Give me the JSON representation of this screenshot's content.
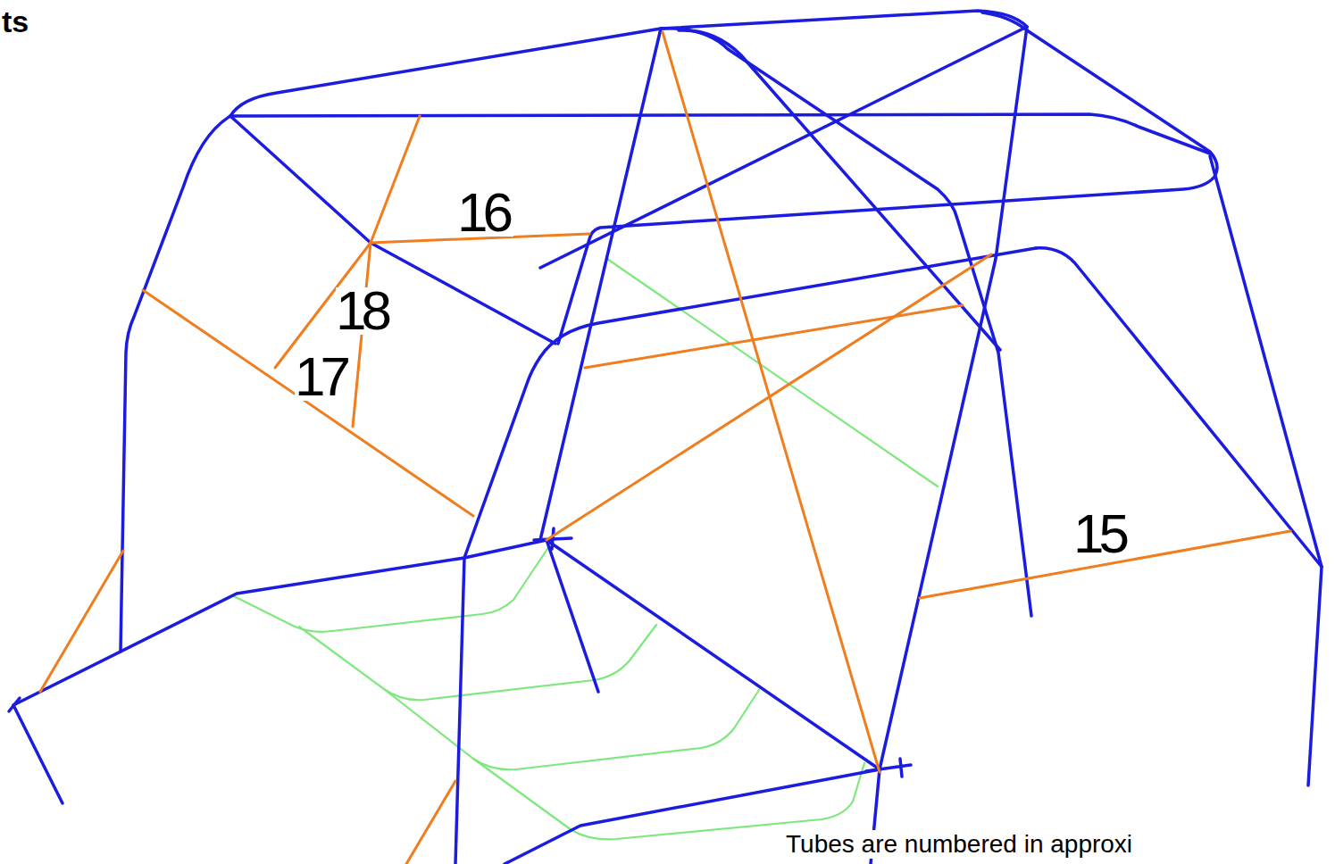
{
  "diagram": {
    "title": "ts",
    "labels": [
      "16",
      "18",
      "17",
      "15",
      "Tubes are numbered in approxi"
    ]
  }
}
